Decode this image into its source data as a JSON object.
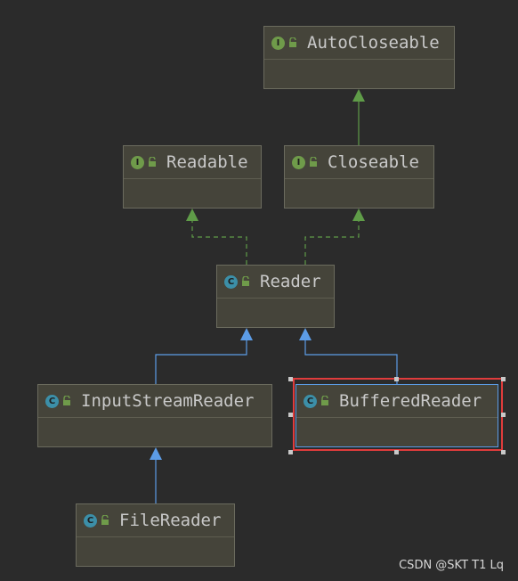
{
  "nodes": {
    "autocloseable": {
      "kind": "I",
      "name": "AutoCloseable"
    },
    "readable": {
      "kind": "I",
      "name": "Readable"
    },
    "closeable": {
      "kind": "I",
      "name": "Closeable"
    },
    "reader": {
      "kind": "C",
      "name": "Reader"
    },
    "inputstreamreader": {
      "kind": "C",
      "name": "InputStreamReader"
    },
    "bufferedreader": {
      "kind": "C",
      "name": "BufferedReader"
    },
    "filereader": {
      "kind": "C",
      "name": "FileReader"
    }
  },
  "colors": {
    "interface_edge": "#5f9c48",
    "class_edge": "#5c9ce6",
    "selection": "#e03c3c"
  },
  "watermark": "CSDN @SKT T1 Lq"
}
